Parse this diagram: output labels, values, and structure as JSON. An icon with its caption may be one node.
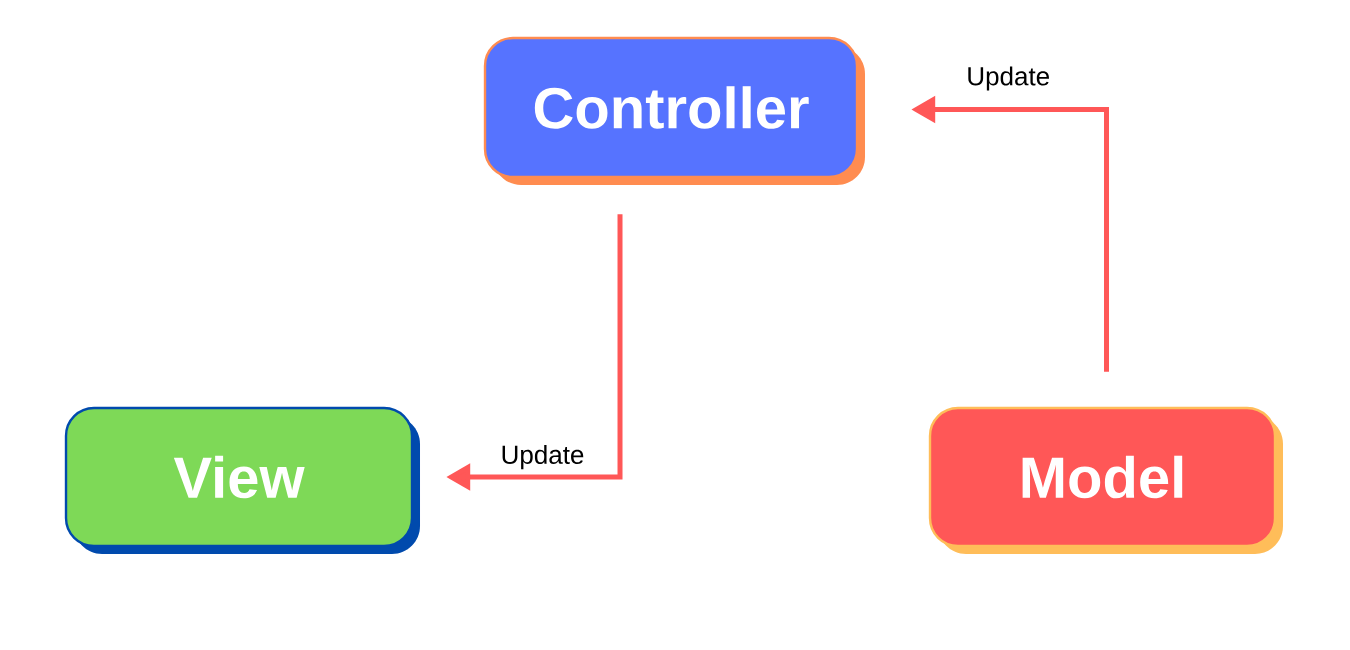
{
  "diagram": {
    "nodes": [
      {
        "text": [
          "Controller"
        ]
      },
      {
        "text": [
          "View"
        ]
      },
      {
        "text": [
          "Model"
        ]
      }
    ],
    "edges": [
      {
        "from": 0,
        "to": 1,
        "arrow": "to",
        "label": "Update"
      },
      {
        "from": 2,
        "to": 0,
        "arrow": "to",
        "label": "Update"
      }
    ]
  }
}
